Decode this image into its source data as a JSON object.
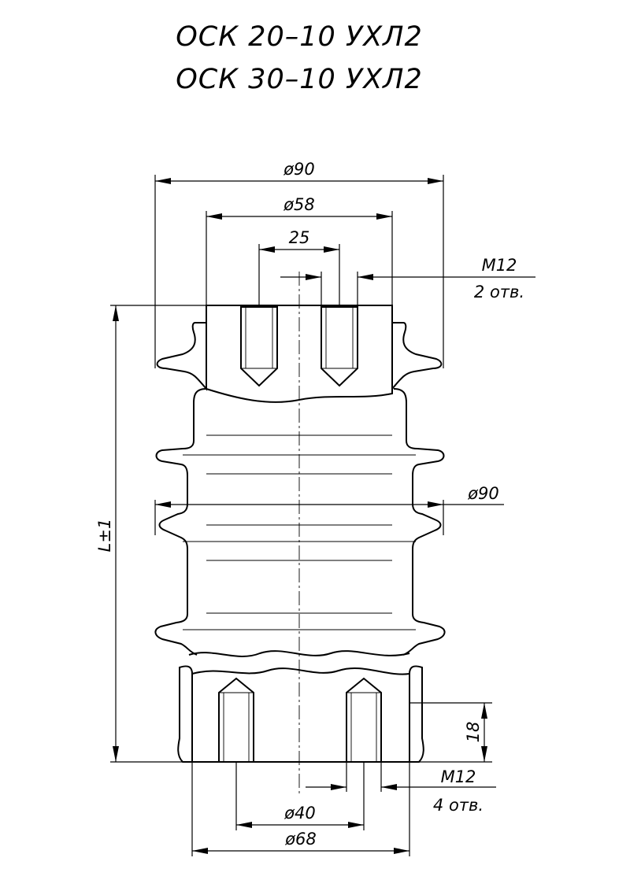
{
  "title": {
    "line1": "ОСК 20–10 УХЛ2",
    "line2": "ОСК 30–10 УХЛ2"
  },
  "dimensions": {
    "top_outer_diameter": "ø90",
    "top_fitting_diameter": "ø58",
    "top_hole_spacing": "25",
    "top_thread": "M12",
    "top_holes": "2 отв.",
    "shed_diameter": "ø90",
    "height": "L±1",
    "bottom_thread_depth": "18",
    "bottom_thread": "M12",
    "bottom_holes": "4 отв.",
    "bottom_hole_circle": "ø40",
    "bottom_fitting_diameter": "ø68"
  }
}
